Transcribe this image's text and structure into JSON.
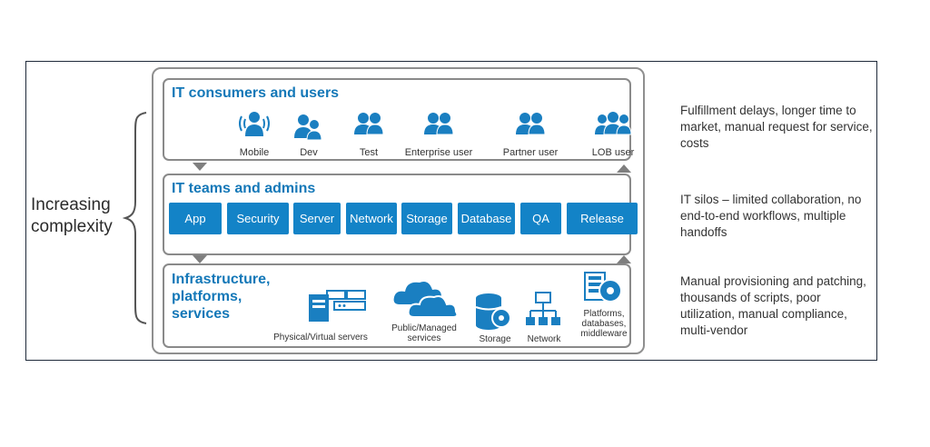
{
  "left_label": "Increasing complexity",
  "colors": {
    "accent": "#1478b8",
    "button": "#1383c7",
    "border": "#8a8a8a",
    "icon": "#1a7fc1"
  },
  "layers": {
    "consumers": {
      "title": "IT consumers and users",
      "users": [
        {
          "label": "Mobile",
          "icon": "mobile-user-icon"
        },
        {
          "label": "Dev",
          "icon": "user-group-icon"
        },
        {
          "label": "Test",
          "icon": "user-group-icon"
        },
        {
          "label": "Enterprise user",
          "icon": "user-group-icon"
        },
        {
          "label": "Partner user",
          "icon": "user-group-icon"
        },
        {
          "label": "LOB user",
          "icon": "user-group-icon"
        }
      ]
    },
    "teams": {
      "title": "IT teams and admins",
      "buttons": [
        "App",
        "Security",
        "Server",
        "Network",
        "Storage",
        "Database",
        "QA",
        "Release"
      ]
    },
    "infrastructure": {
      "title": "Infrastructure, platforms, services",
      "items": [
        {
          "label": "Physical/Virtual servers",
          "icon": "server-icon"
        },
        {
          "label": "Public/Managed services",
          "icon": "cloud-icon"
        },
        {
          "label": "Storage",
          "icon": "storage-icon"
        },
        {
          "label": "Network",
          "icon": "network-icon"
        },
        {
          "label": "Platforms, databases, middleware",
          "icon": "platform-icon"
        }
      ]
    }
  },
  "issues": [
    "Fulfillment delays, longer time to market, manual request for service, costs",
    "IT silos – limited collaboration, no end-to-end workflows, multiple handoffs",
    "Manual provisioning and patching, thousands of scripts, poor utilization, manual compliance, multi-vendor"
  ]
}
